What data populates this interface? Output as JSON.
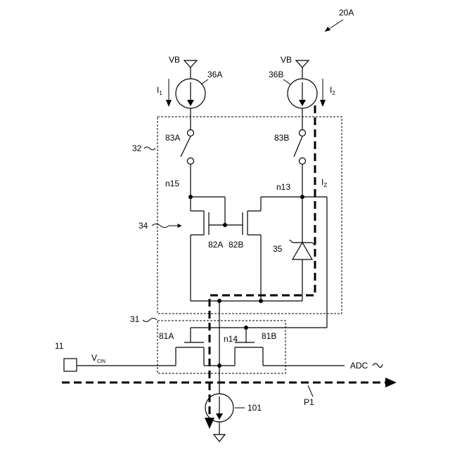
{
  "figure_number": "20A",
  "supply": {
    "left": "VB",
    "right": "VB"
  },
  "sources": {
    "left": "36A",
    "right": "36B",
    "bottom": "101"
  },
  "currents": {
    "left": "I",
    "left_sub": "1",
    "right": "I",
    "right_sub": "2",
    "z": "I",
    "z_sub": "Z"
  },
  "switches": {
    "left": "83A",
    "right": "83B"
  },
  "blocks": {
    "upper": "32",
    "mirror": "34",
    "lower": "31"
  },
  "nodes": {
    "n15": "n15",
    "n13": "n13",
    "n14": "n14"
  },
  "transistors": {
    "t82a": "82A",
    "t82b": "82B",
    "t81a": "81A",
    "t81b": "81B"
  },
  "diode": "35",
  "input": {
    "terminal": "11",
    "signal": "V",
    "signal_sub": "CIN"
  },
  "output": {
    "label": "ADC"
  },
  "path_label": "P1"
}
